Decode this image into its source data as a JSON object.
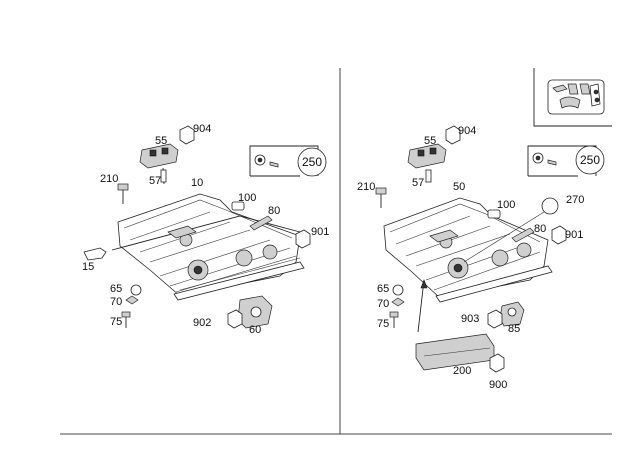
{
  "left_panel": {
    "callouts": [
      {
        "id": "c904",
        "text": "904"
      },
      {
        "id": "c55",
        "text": "55"
      },
      {
        "id": "c210",
        "text": "210"
      },
      {
        "id": "c57",
        "text": "57"
      },
      {
        "id": "c10",
        "text": "10"
      },
      {
        "id": "c100",
        "text": "100"
      },
      {
        "id": "c80",
        "text": "80"
      },
      {
        "id": "c901",
        "text": "901"
      },
      {
        "id": "c15",
        "text": "15"
      },
      {
        "id": "c65",
        "text": "65"
      },
      {
        "id": "c70",
        "text": "70"
      },
      {
        "id": "c75",
        "text": "75"
      },
      {
        "id": "c902",
        "text": "902"
      },
      {
        "id": "c60",
        "text": "60"
      },
      {
        "id": "c250",
        "text": "250"
      }
    ]
  },
  "right_panel": {
    "callouts": [
      {
        "id": "c55",
        "text": "55"
      },
      {
        "id": "c904",
        "text": "904"
      },
      {
        "id": "c210",
        "text": "210"
      },
      {
        "id": "c57",
        "text": "57"
      },
      {
        "id": "c50",
        "text": "50"
      },
      {
        "id": "c100",
        "text": "100"
      },
      {
        "id": "c270",
        "text": "270"
      },
      {
        "id": "c80",
        "text": "80"
      },
      {
        "id": "c901",
        "text": "901"
      },
      {
        "id": "c65",
        "text": "65"
      },
      {
        "id": "c70",
        "text": "70"
      },
      {
        "id": "c75",
        "text": "75"
      },
      {
        "id": "c903",
        "text": "903"
      },
      {
        "id": "c85",
        "text": "85"
      },
      {
        "id": "c200",
        "text": "200"
      },
      {
        "id": "c900",
        "text": "900"
      },
      {
        "id": "c250",
        "text": "250"
      }
    ]
  },
  "icons": {
    "divider": "vertical-divider",
    "connector": "puzzle-connector-icon",
    "kit": "bolt-kit-icon",
    "switch": "seat-switch-icon"
  }
}
